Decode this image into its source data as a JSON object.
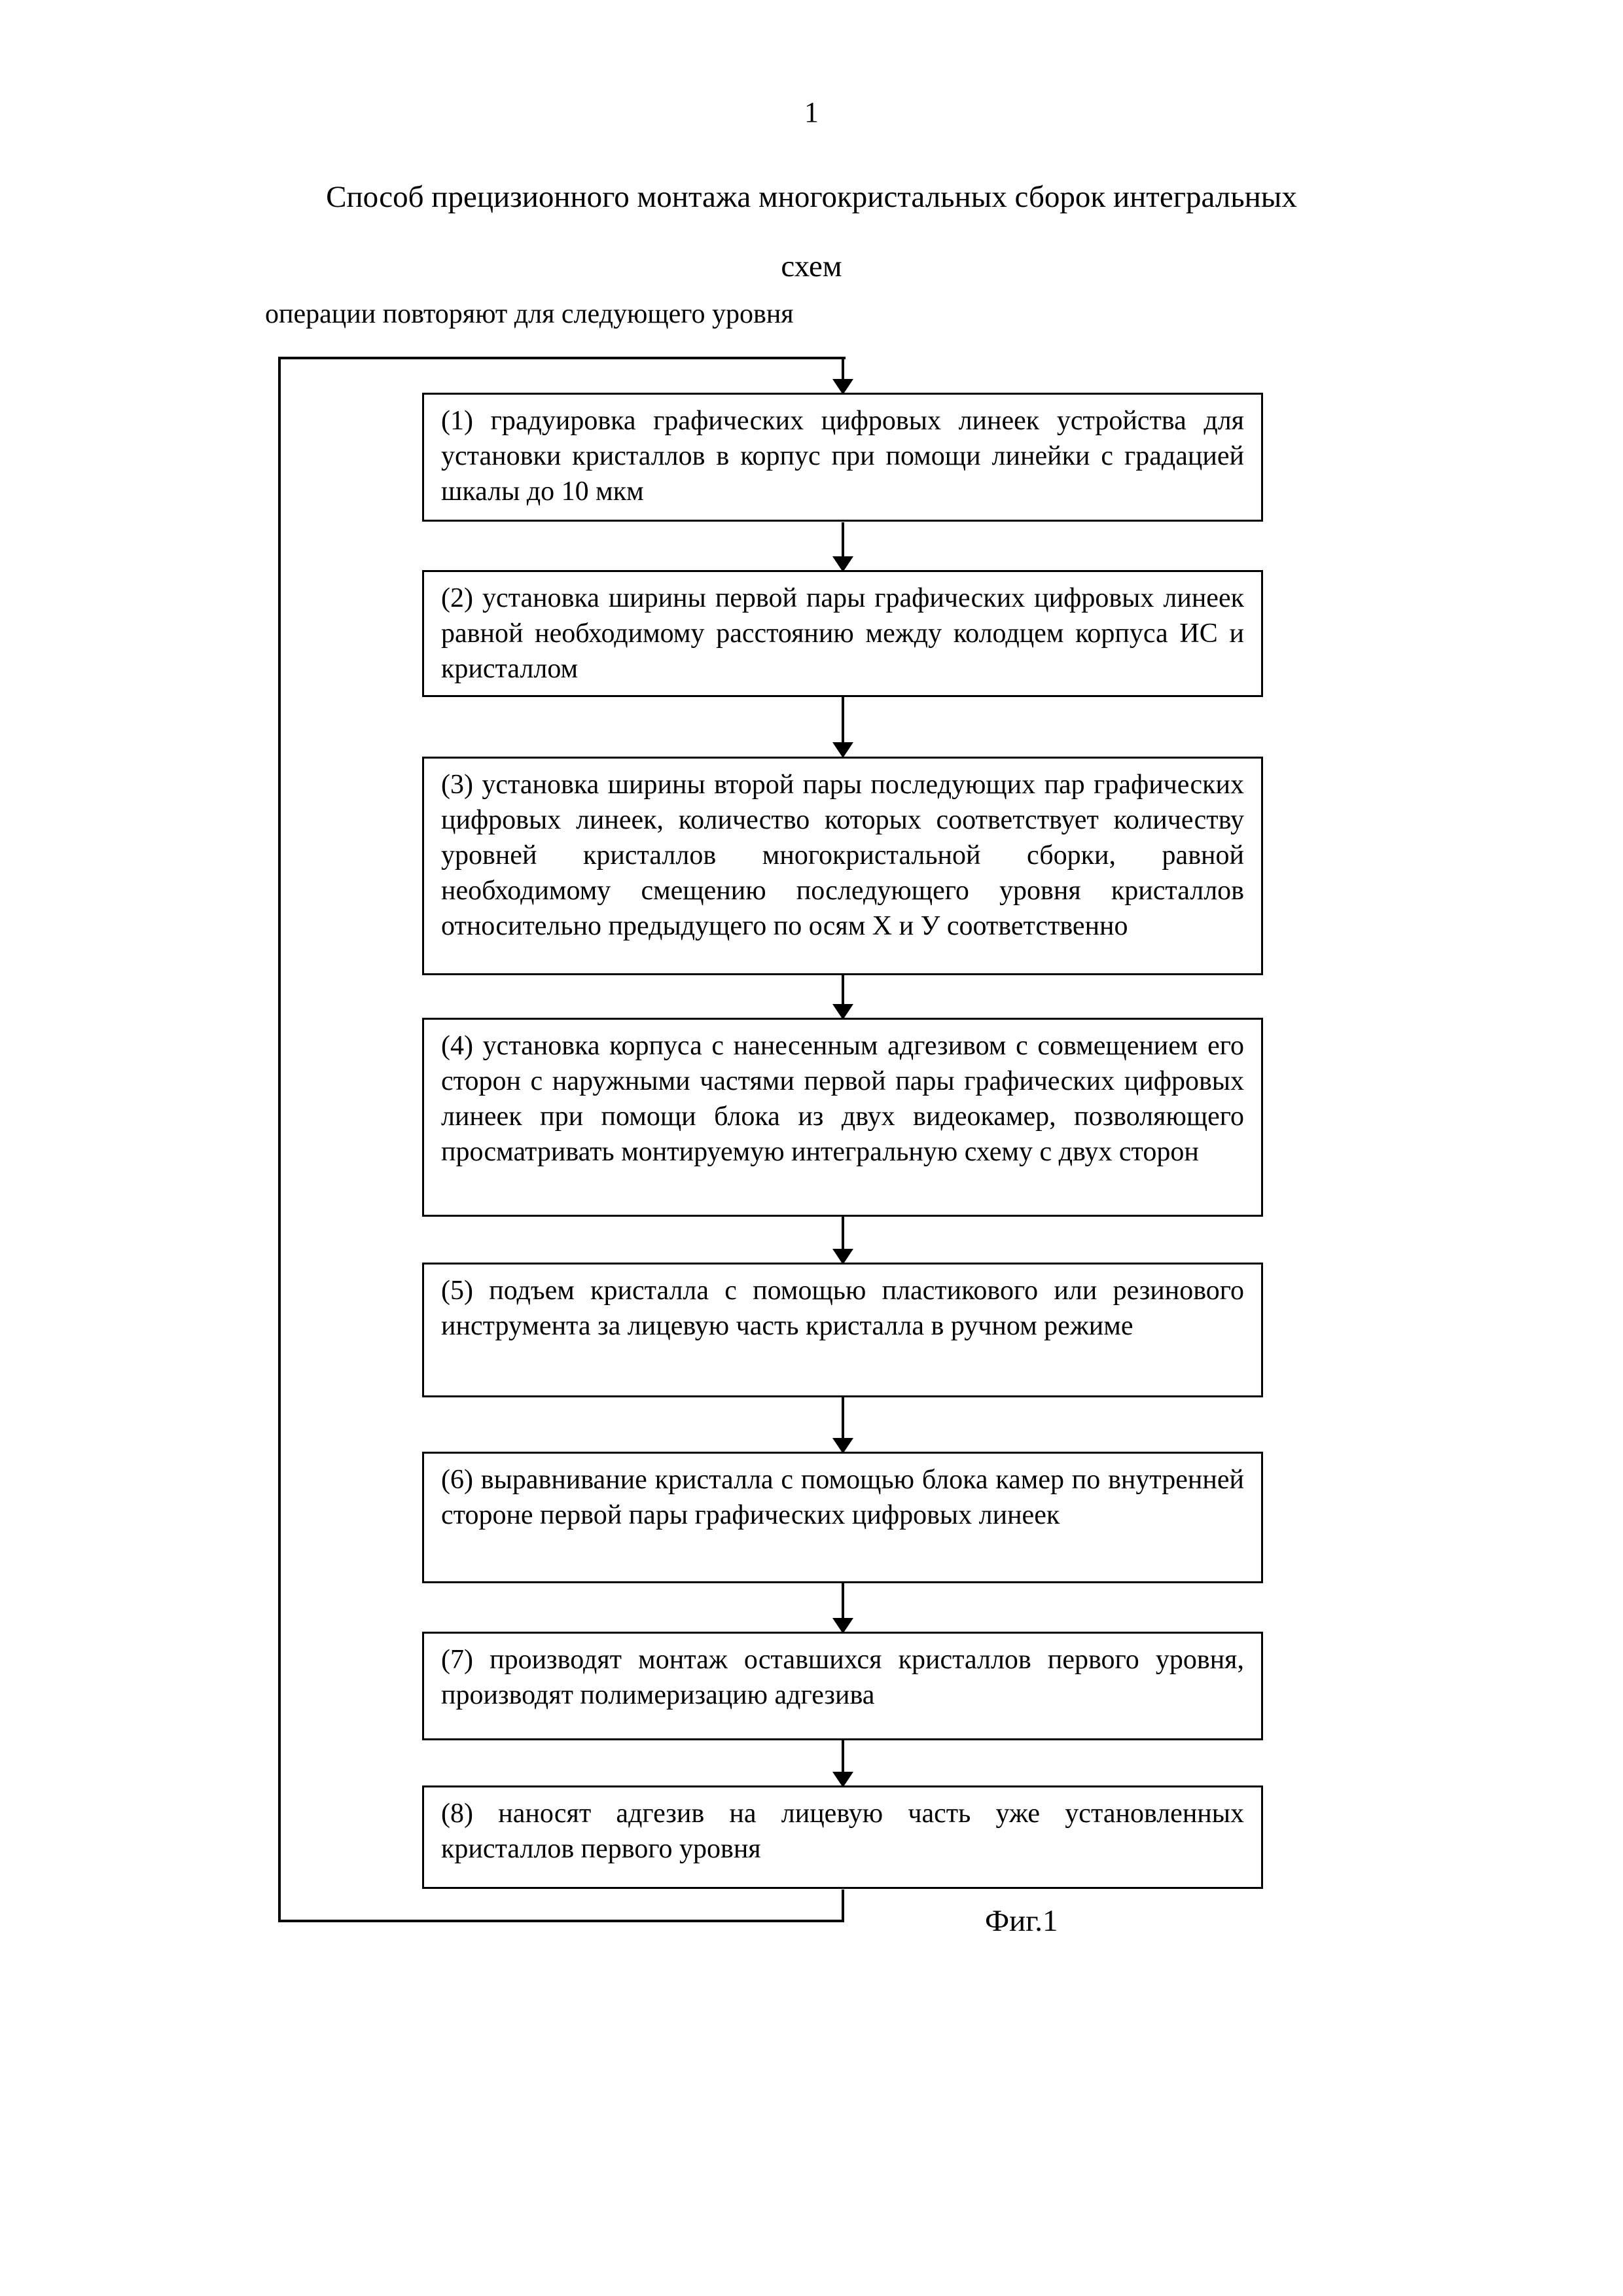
{
  "page": {
    "number": "1",
    "title_line1": "Способ прецизионного монтажа многокристальных сборок интегральных",
    "title_line2": "схем",
    "loop_label": "операции повторяют для следующего уровня",
    "caption": "Фиг.1"
  },
  "flowchart": {
    "steps": [
      {
        "text": "(1) градуировка графических цифровых линеек устройства для установки кристаллов в корпус при помощи линейки с градацией шкалы до 10 мкм"
      },
      {
        "text": "(2) установка ширины первой пары графических цифровых линеек равной необходимому расстоянию между колодцем корпуса ИС и кристаллом"
      },
      {
        "text": "(3) установка ширины второй пары последующих пар графических цифровых линеек, количество которых соответствует количеству уровней кристаллов многокристальной сборки, равной необходимому смещению последующего уровня кристаллов относительно предыдущего по осям Х и У соответственно"
      },
      {
        "text": "(4) установка корпуса с нанесенным адгезивом с совмещением его сторон с наружными частями первой пары графических цифровых линеек при помощи блока из двух видеокамер, позволяющего просматривать монтируемую интегральную схему с двух сторон"
      },
      {
        "text": "(5) подъем кристалла с помощью пластикового или резинового инструмента за лицевую часть кристалла в ручном режиме"
      },
      {
        "text": "(6) выравнивание кристалла с помощью блока камер по внутренней стороне первой пары графических цифровых линеек"
      },
      {
        "text": "(7) производят монтаж оставшихся кристаллов первого уровня, производят полимеризацию адгезива"
      },
      {
        "text": "(8) наносят адгезив на лицевую часть уже установленных кристаллов первого уровня"
      }
    ]
  }
}
